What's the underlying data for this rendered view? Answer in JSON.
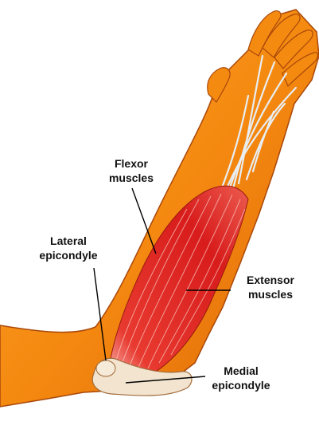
{
  "labels": {
    "flexor": {
      "line1": "Flexor",
      "line2": "muscles"
    },
    "lateral": {
      "line1": "Lateral",
      "line2": "epicondyle"
    },
    "extensor": {
      "line1": "Extensor",
      "line2": "muscles"
    },
    "medial": {
      "line1": "Medial",
      "line2": "epicondyle"
    }
  },
  "colors": {
    "skin": "#f58a10",
    "skin_dark": "#d9620a",
    "muscle": "#e32320",
    "muscle_light": "#f26a5a",
    "tendon": "#e8eef2",
    "bone": "#f2e4cf"
  }
}
